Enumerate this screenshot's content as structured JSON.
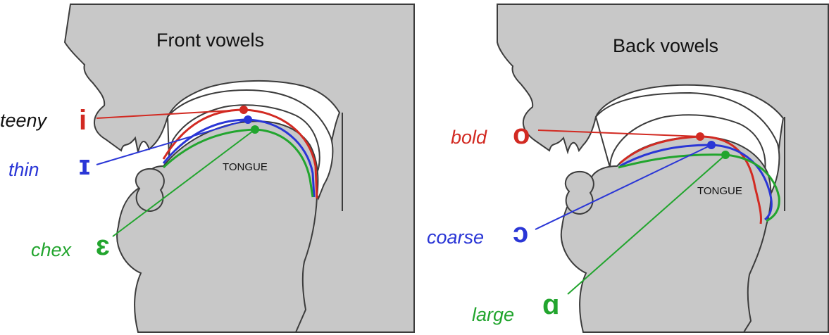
{
  "colors": {
    "head_fill": "#c8c8c8",
    "outline": "#3c3c3c",
    "red": "#d22a22",
    "blue": "#2a36d6",
    "green": "#22a52e",
    "black": "#111111"
  },
  "front_panel": {
    "title": "Front vowels",
    "tongue_label": "TONGUE",
    "vowels": [
      {
        "word": "teeny",
        "symbol": "i",
        "color_key": "red",
        "word_color_key": "black"
      },
      {
        "word": "thin",
        "symbol": "ɪ",
        "color_key": "blue",
        "word_color_key": "blue"
      },
      {
        "word": "chex",
        "symbol": "ɛ",
        "color_key": "green",
        "word_color_key": "green"
      }
    ]
  },
  "back_panel": {
    "title": "Back vowels",
    "tongue_label": "TONGUE",
    "vowels": [
      {
        "word": "bold",
        "symbol": "o",
        "color_key": "red",
        "word_color_key": "red"
      },
      {
        "word": "coarse",
        "symbol": "ɔ",
        "color_key": "blue",
        "word_color_key": "blue"
      },
      {
        "word": "large",
        "symbol": "ɑ",
        "color_key": "green",
        "word_color_key": "green"
      }
    ]
  }
}
